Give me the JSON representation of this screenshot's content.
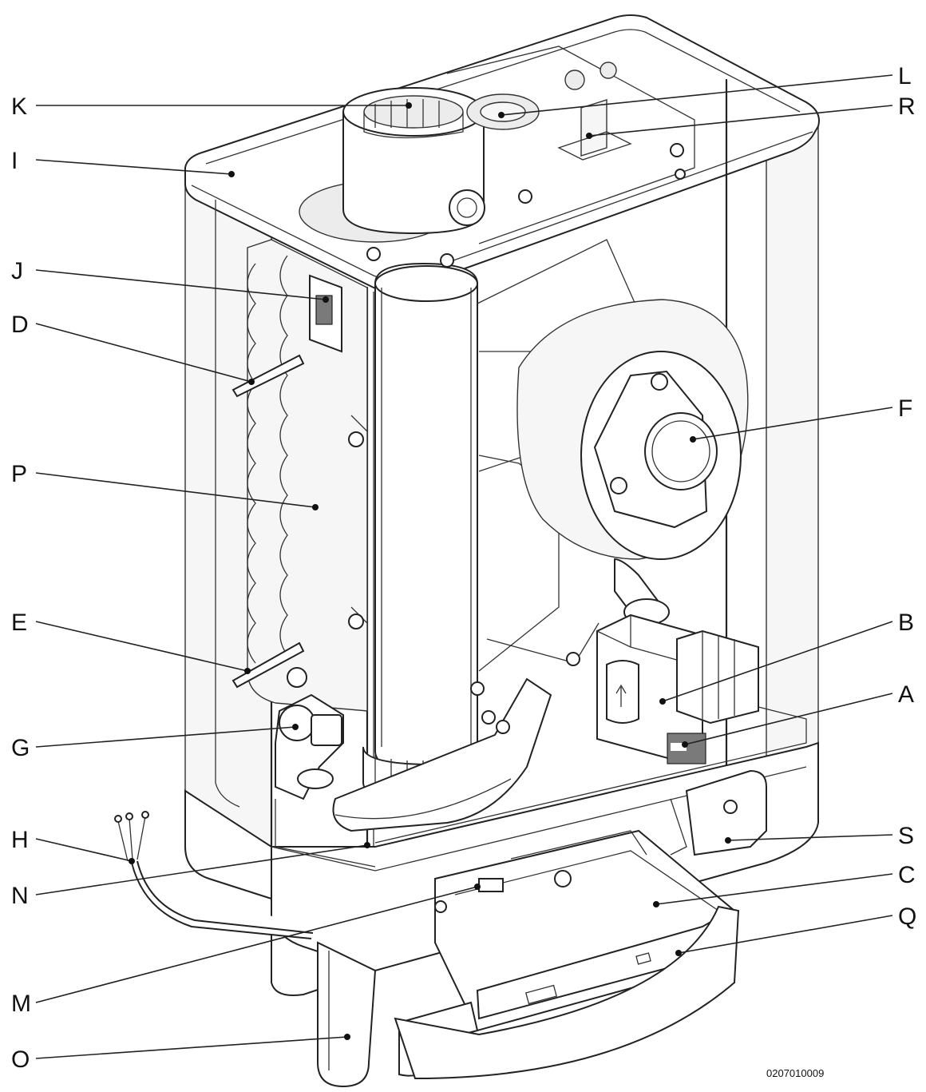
{
  "figure": {
    "reference_number": "0207010009",
    "accent_color": "#111111",
    "line_color": "#222222",
    "background_color": "#ffffff"
  },
  "labels": [
    "K",
    "I",
    "J",
    "D",
    "P",
    "E",
    "G",
    "H",
    "N",
    "M",
    "O",
    "L",
    "R",
    "F",
    "B",
    "A",
    "S",
    "C",
    "Q"
  ]
}
